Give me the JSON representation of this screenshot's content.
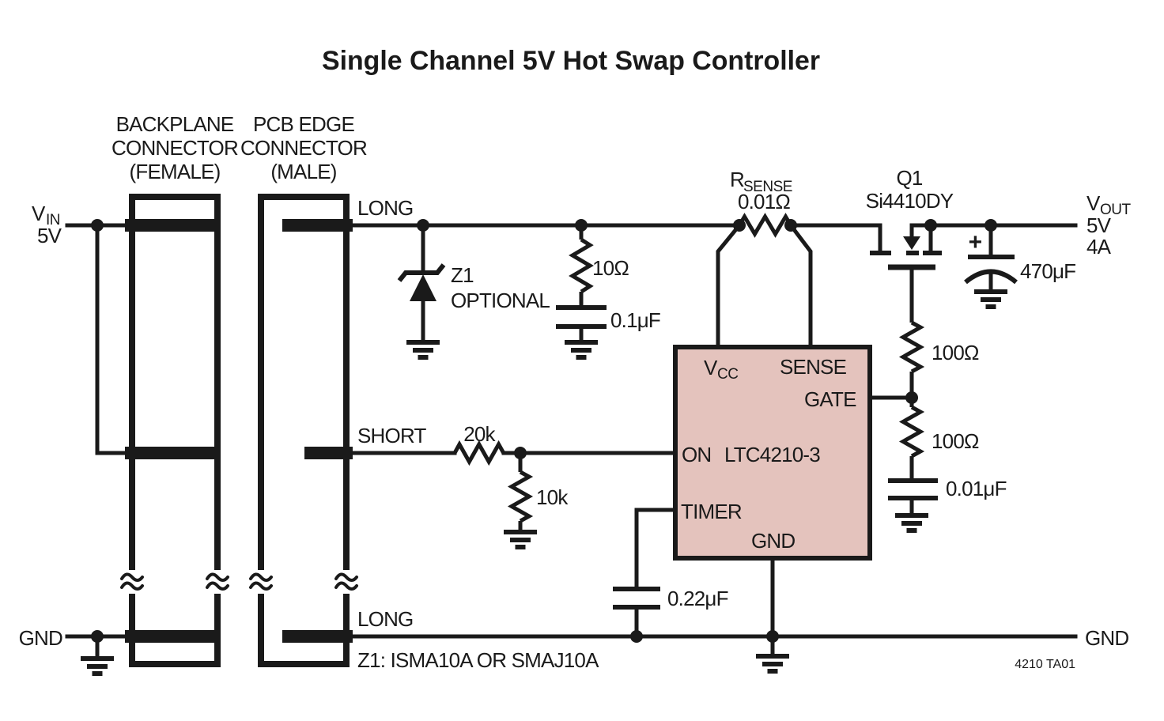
{
  "title": "Single Channel 5V Hot Swap Controller",
  "colors": {
    "line": "#1a1a1a",
    "ic_fill": "#e4c3bd",
    "background": "#ffffff"
  },
  "connectors": {
    "backplane": {
      "line1": "BACKPLANE",
      "line2": "CONNECTOR",
      "line3": "(FEMALE)"
    },
    "pcb_edge": {
      "line1": "PCB EDGE",
      "line2": "CONNECTOR",
      "line3": "(MALE)"
    }
  },
  "pins": {
    "long_top": "LONG",
    "short": "SHORT",
    "long_bottom": "LONG"
  },
  "ports": {
    "vin": {
      "symbol": "V",
      "sub": "IN",
      "value": "5V"
    },
    "vout": {
      "symbol": "V",
      "sub": "OUT",
      "value": "5V",
      "current": "4A"
    },
    "gnd_left": "GND",
    "gnd_right": "GND"
  },
  "components": {
    "z1": {
      "ref": "Z1",
      "note": "OPTIONAL"
    },
    "r_in": {
      "value": "10Ω"
    },
    "c_in": {
      "value": "0.1μF"
    },
    "r_sense": {
      "symbol": "R",
      "sub": "SENSE",
      "value": "0.01Ω"
    },
    "q1": {
      "ref": "Q1",
      "part": "Si4410DY"
    },
    "c_out": {
      "value": "470μF",
      "polarity": "+"
    },
    "r_gate_top": {
      "value": "100Ω"
    },
    "r_gate_bottom": {
      "value": "100Ω"
    },
    "c_gate": {
      "value": "0.01μF"
    },
    "r_on_series": {
      "value": "20k"
    },
    "r_on_shunt": {
      "value": "10k"
    },
    "c_timer": {
      "value": "0.22μF"
    }
  },
  "ic": {
    "part": "LTC4210-3",
    "pins": {
      "vcc_symbol": "V",
      "vcc_sub": "CC",
      "sense": "SENSE",
      "gate": "GATE",
      "on": "ON",
      "timer": "TIMER",
      "gnd": "GND"
    }
  },
  "notes": {
    "z1_note": "Z1: ISMA10A OR SMAJ10A",
    "fig_id": "4210 TA01"
  }
}
